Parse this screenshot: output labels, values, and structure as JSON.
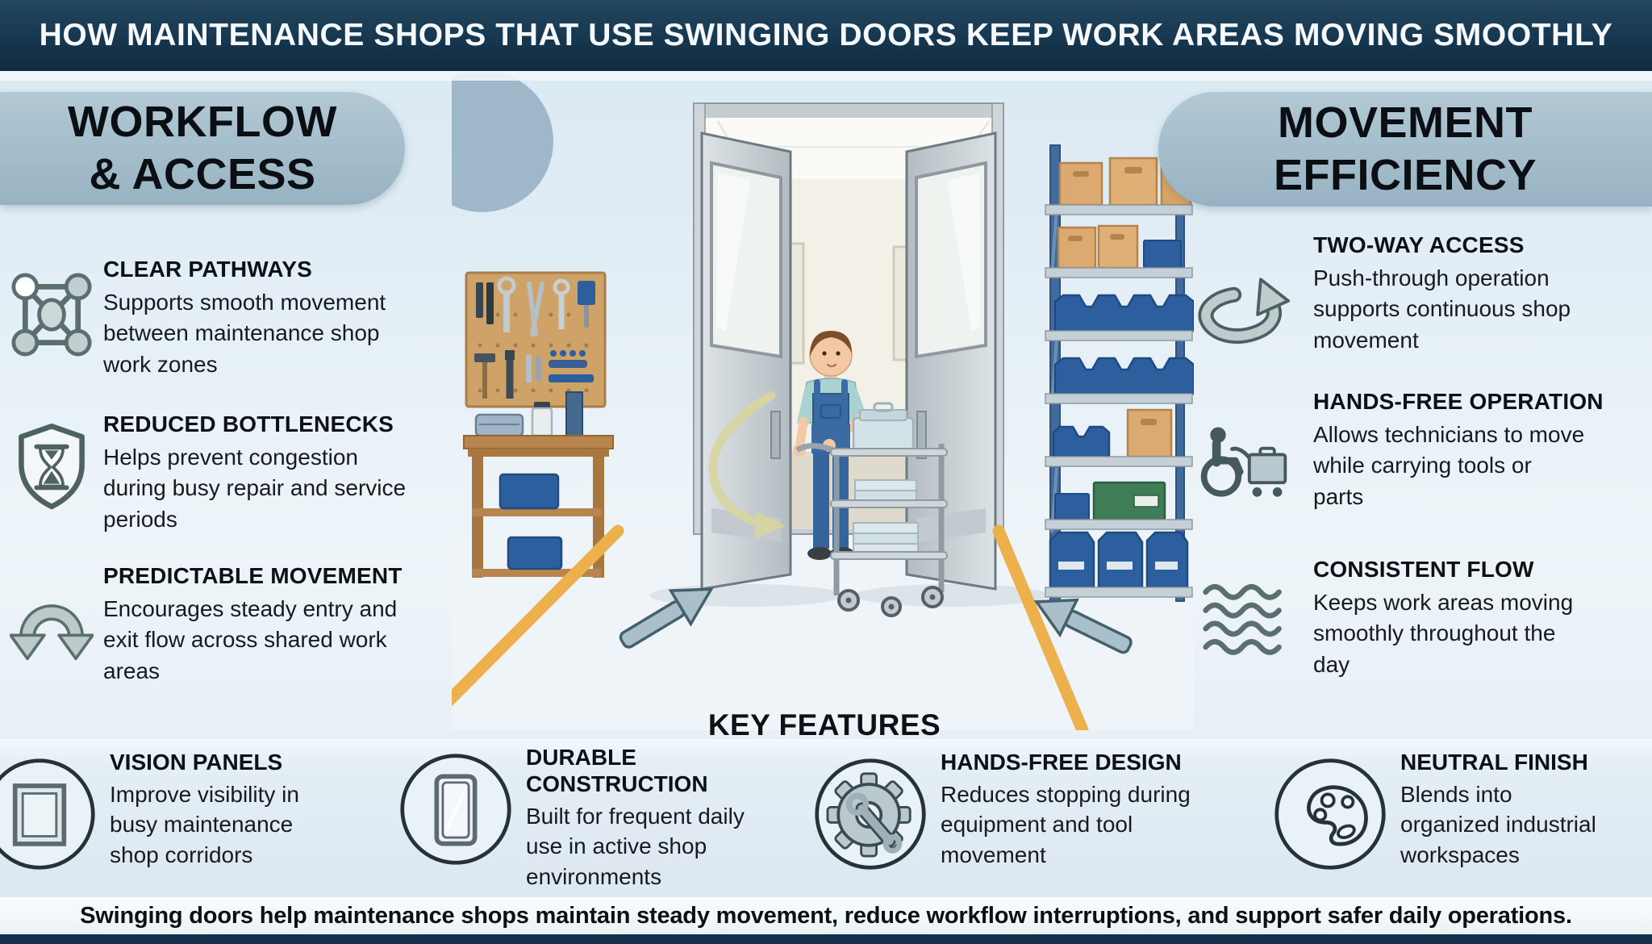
{
  "banner": {
    "title": "HOW MAINTENANCE SHOPS THAT USE SWINGING DOORS KEEP WORK AREAS MOVING SMOOTHLY"
  },
  "sections": {
    "workflow": {
      "title": "WORKFLOW\n& ACCESS",
      "items": [
        {
          "icon": "network-nodes-icon",
          "title": "CLEAR PATHWAYS",
          "body": "Supports smooth movement\nbetween maintenance shop\nwork zones"
        },
        {
          "icon": "shield-hourglass-icon",
          "title": "REDUCED BOTTLENECKS",
          "body": "Helps prevent congestion\nduring busy repair and service\nperiods"
        },
        {
          "icon": "u-turn-arrows-icon",
          "title": "PREDICTABLE MOVEMENT",
          "body": "Encourages steady entry and\nexit flow across shared work\nareas"
        }
      ]
    },
    "movement": {
      "title": "MOVEMENT\nEFFICIENCY",
      "items": [
        {
          "icon": "circular-arrow-icon",
          "title": "TWO-WAY ACCESS",
          "body": "Push-through operation\nsupports continuous shop\nmovement"
        },
        {
          "icon": "wheelchair-cart-icon",
          "title": "HANDS-FREE OPERATION",
          "body": "Allows technicians to move\nwhile carrying tools or\nparts"
        },
        {
          "icon": "waves-icon",
          "title": "CONSISTENT FLOW",
          "body": "Keeps work areas moving\nsmoothly throughout the\nday"
        }
      ]
    },
    "key_features": {
      "title": "KEY FEATURES",
      "items": [
        {
          "icon": "vision-panel-icon",
          "title": "VISION PANELS",
          "body": "Improve visibility in\nbusy maintenance\nshop corridors"
        },
        {
          "icon": "door-panel-icon",
          "title": "DURABLE\nCONSTRUCTION",
          "body": "Built for frequent daily\nuse in active shop\nenvironments"
        },
        {
          "icon": "gear-wrench-icon",
          "title": "HANDS-FREE DESIGN",
          "body": "Reduces stopping during\nequipment and tool\nmovement"
        },
        {
          "icon": "palette-icon",
          "title": "NEUTRAL FINISH",
          "body": "Blends into\norganized industrial\nworkspaces"
        }
      ]
    }
  },
  "footer": {
    "text": "Swinging doors help maintenance shops maintain steady movement, reduce workflow interruptions, and support safer daily operations."
  },
  "illustration": {
    "elements": [
      "swinging-double-doors",
      "technician-pushing-cart",
      "tool-pegboard",
      "workbench",
      "parts-shelving",
      "floor-safety-lines",
      "flow-arrows",
      "door-swing-arrow"
    ]
  },
  "colors": {
    "banner_bg": "#183a52",
    "pill_bg": "#a2bcca",
    "icon_gray_green": "#5b6f6f",
    "safety_yellow": "#ecb14c",
    "bin_blue": "#2d5f9f",
    "cardboard": "#dcaa70",
    "crate_green": "#3e7d55"
  }
}
